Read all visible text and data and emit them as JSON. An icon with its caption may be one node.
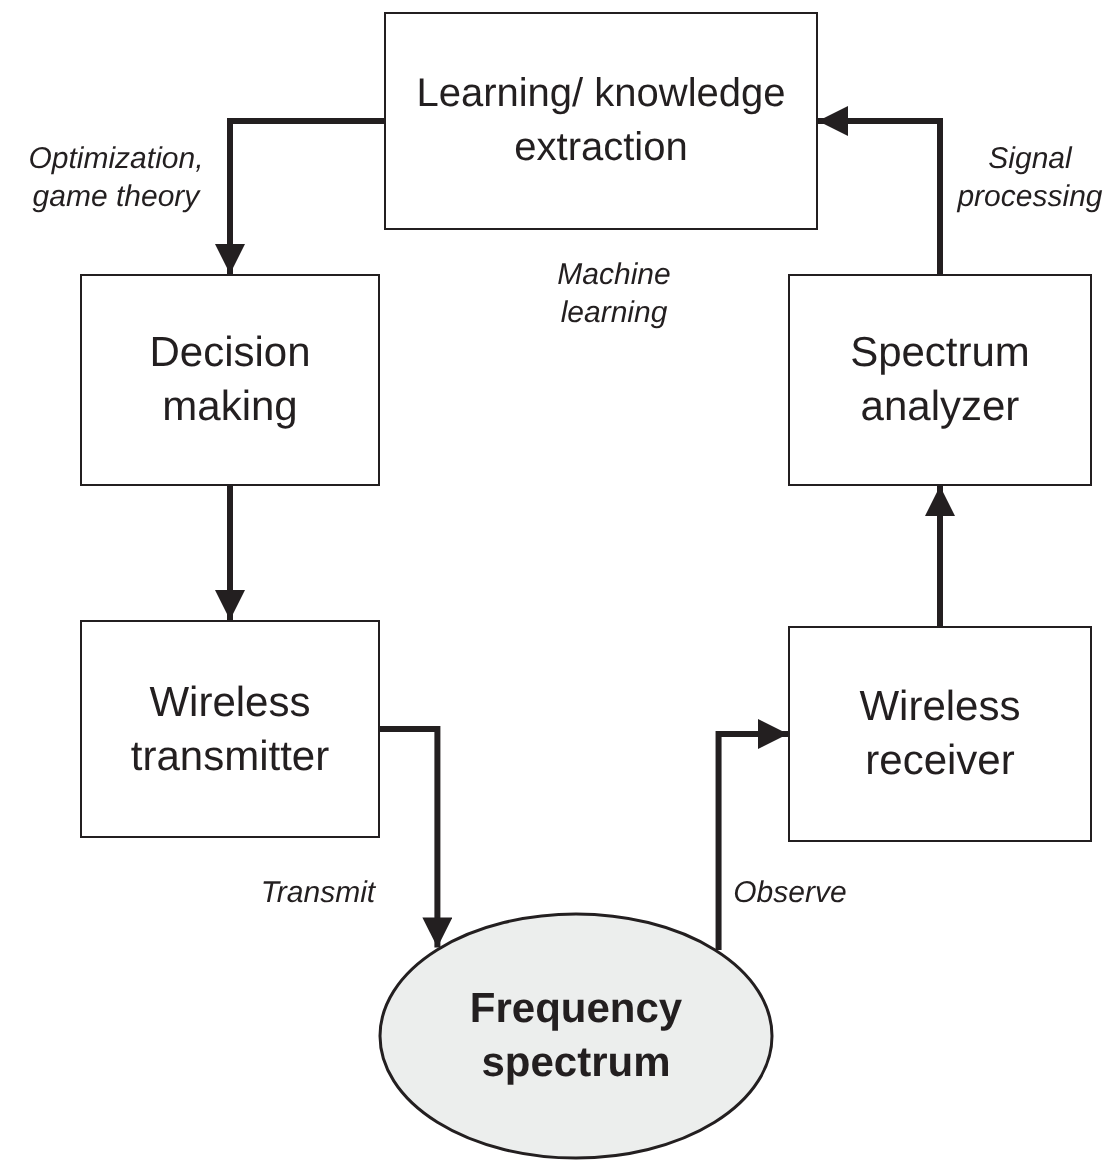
{
  "diagram": {
    "nodes": [
      {
        "text": [
          "Learning/ knowledge extraction"
        ]
      },
      {
        "text": [
          "Decision making"
        ]
      },
      {
        "text": [
          "Wireless transmitter"
        ]
      },
      {
        "text": [
          "Frequency spectrum"
        ]
      },
      {
        "text": [
          "Wireless receiver"
        ]
      },
      {
        "text": [
          "Spectrum analyzer"
        ]
      }
    ],
    "edges": [
      {
        "from": 0,
        "to": 1,
        "arrow": "to",
        "label": "Optimization, game theory"
      },
      {
        "from": 1,
        "to": 2,
        "arrow": "to"
      },
      {
        "from": 2,
        "to": 3,
        "arrow": "to",
        "label": "Transmit"
      },
      {
        "from": 3,
        "to": 4,
        "arrow": "to",
        "label": "Observe"
      },
      {
        "from": 4,
        "to": 5,
        "arrow": "to"
      },
      {
        "from": 5,
        "to": 0,
        "arrow": "to",
        "label": "Signal processing"
      }
    ],
    "labels": [
      "Machine learning"
    ]
  }
}
